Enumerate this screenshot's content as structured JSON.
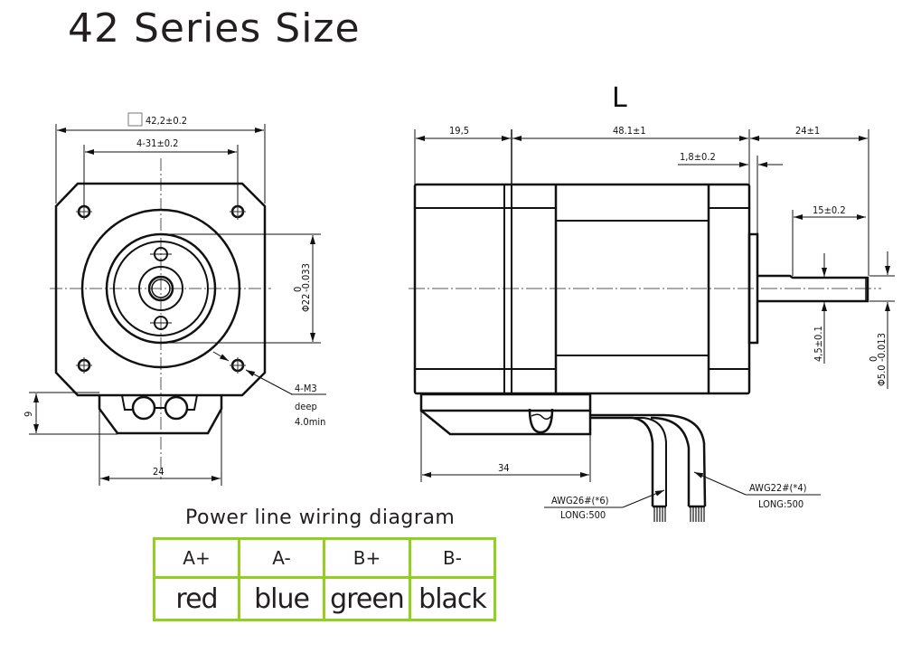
{
  "title": "42 Series Size",
  "front_view": {
    "dims": {
      "square": "42,2±0.2",
      "hole_spacing": "4-31±0.2",
      "pilot_diameter": "Φ22",
      "pilot_tol_upper": "0",
      "pilot_tol_lower": "-0.033",
      "connector_height": "9",
      "connector_width": "24"
    },
    "thread_callout": {
      "line1": "4-M3",
      "line2": "deep",
      "line3": "4.0min"
    }
  },
  "side_view": {
    "label": "L",
    "dims": {
      "rear": "19,5",
      "body": "48.1±1",
      "shaft_length": "24±1",
      "flange": "1,8±0.2",
      "flat_length": "15±0.2",
      "flat_depth": "4,5±0.1",
      "shaft_diameter": "Φ5.0",
      "shaft_tol_upper": "0",
      "shaft_tol_lower": "-0.013",
      "connector_length": "34"
    },
    "cables": [
      {
        "gauge": "AWG26#(*6)",
        "length": "LONG:500"
      },
      {
        "gauge": "AWG22#(*4)",
        "length": "LONG:500"
      }
    ]
  },
  "wiring": {
    "title": "Power line wiring diagram",
    "border_color": "#92d020",
    "headers": [
      "A+",
      "A-",
      "B+",
      "B-"
    ],
    "colors": [
      "red",
      "blue",
      "green",
      "black"
    ]
  }
}
